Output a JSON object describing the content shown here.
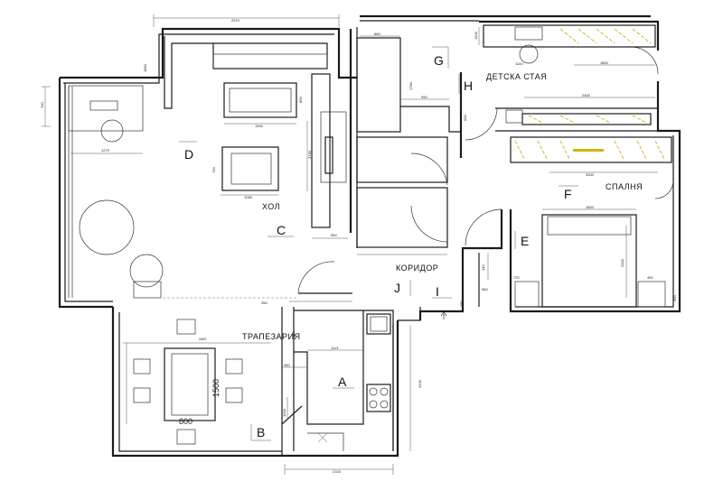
{
  "rooms": {
    "hol": "ХОЛ",
    "spalnya": "СПАЛНЯ",
    "detska": "ДЕТСКА СТАЯ",
    "koridor": "КОРИДОР",
    "trapezaria": "ТРАПЕЗАРИЯ"
  },
  "markers": [
    "A",
    "B",
    "C",
    "D",
    "E",
    "F",
    "G",
    "H",
    "I",
    "J"
  ],
  "dims": {
    "d2970": "2970",
    "d1850": "1850",
    "d700": "700",
    "d1270": "1270",
    "d1300": "1300",
    "d800a": "800",
    "d700b": "700",
    "d1080": "1080",
    "d3740": "3740",
    "d550": "550",
    "d860": "860",
    "d1780": "1780",
    "d950": "950",
    "d500": "500",
    "d1100": "1100",
    "d1800": "1800",
    "d2400": "2400",
    "d3300": "3300",
    "d1500c": "1500",
    "d1800b": "1800",
    "d2000": "2000",
    "d450": "450",
    "d400": "400",
    "d720": "720",
    "d440": "440",
    "d580": "580",
    "d250": "250",
    "d350": "350",
    "d120": "120",
    "d2867": "2867",
    "d1113": "1113",
    "d1500": "1500",
    "d800": "800",
    "d460": "460",
    "d1000": "1000",
    "d3130": "3130",
    "d2103": "2103"
  }
}
